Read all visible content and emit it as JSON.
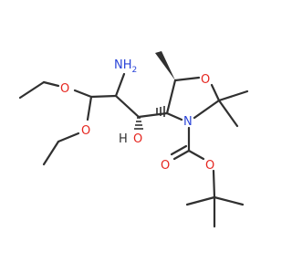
{
  "molecule": {
    "atoms": {
      "nh2": {
        "text": "NH",
        "sub": "2",
        "color": "#2a44d8"
      },
      "ring_o": {
        "text": "O",
        "color": "#e5261f"
      },
      "ring_n": {
        "text": "N",
        "color": "#2a44d8"
      },
      "hydroxyl_o": {
        "text": "O",
        "color": "#e5261f"
      },
      "hydroxyl_h": {
        "text": "H",
        "color": "#303030"
      },
      "ethoxy_o1": {
        "text": "O",
        "color": "#e5261f"
      },
      "ethoxy_o2": {
        "text": "O",
        "color": "#e5261f"
      },
      "carbonyl_o": {
        "text": "O",
        "color": "#e5261f"
      },
      "ester_o": {
        "text": "O",
        "color": "#e5261f"
      }
    },
    "colors": {
      "bond": "#303030",
      "oxygen": "#e5261f",
      "nitrogen": "#2a44d8"
    }
  }
}
